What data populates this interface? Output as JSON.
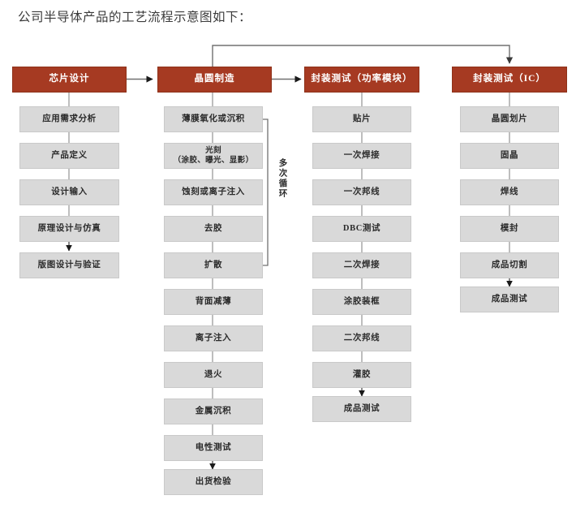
{
  "page": {
    "title": "公司半导体产品的工艺流程示意图如下：",
    "background_color": "#ffffff"
  },
  "colors": {
    "header_fill": "#a63a22",
    "header_text": "#ffffff",
    "step_fill": "#d9d9d9",
    "step_text": "#2b2b2b",
    "connector": "#808080",
    "title_text": "#3b3b3b"
  },
  "diagram": {
    "type": "flowchart",
    "annotations": [
      {
        "name": "loop-label",
        "text": "多次循环",
        "orientation": "vertical"
      }
    ],
    "columns": [
      {
        "id": "chip-design",
        "header": "芯片设计",
        "steps": [
          {
            "label": "应用需求分析"
          },
          {
            "label": "产品定义"
          },
          {
            "label": "设计输入"
          },
          {
            "label": "原理设计与仿真"
          },
          {
            "label": "版图设计与验证"
          }
        ]
      },
      {
        "id": "wafer-manufacturing",
        "header": "晶圆制造",
        "steps": [
          {
            "label": "薄膜氧化或沉积"
          },
          {
            "label": "光刻\n（涂胶、曝光、显影）",
            "line1": "光刻",
            "line2": "（涂胶、曝光、显影）"
          },
          {
            "label": "蚀刻或离子注入"
          },
          {
            "label": "去胶"
          },
          {
            "label": "扩散"
          },
          {
            "label": "背面减薄"
          },
          {
            "label": "离子注入"
          },
          {
            "label": "退火"
          },
          {
            "label": "金属沉积"
          },
          {
            "label": "电性测试"
          },
          {
            "label": "出货检验"
          }
        ]
      },
      {
        "id": "package-test-power-module",
        "header": "封装测试（功率模块）",
        "steps": [
          {
            "label": "贴片"
          },
          {
            "label": "一次焊接"
          },
          {
            "label": "一次邦线"
          },
          {
            "label": "DBC测试"
          },
          {
            "label": "二次焊接"
          },
          {
            "label": "涂胶装框"
          },
          {
            "label": "二次邦线"
          },
          {
            "label": "灌胶"
          },
          {
            "label": "成品测试"
          }
        ]
      },
      {
        "id": "package-test-ic",
        "header": "封装测试（IC）",
        "steps": [
          {
            "label": "晶圆划片"
          },
          {
            "label": "固晶"
          },
          {
            "label": "焊线"
          },
          {
            "label": "模封"
          },
          {
            "label": "成品切割"
          },
          {
            "label": "成品测试"
          }
        ]
      }
    ],
    "flow_links": [
      {
        "from": "chip-design",
        "to": "wafer-manufacturing",
        "style": "arrow-right"
      },
      {
        "from": "wafer-manufacturing",
        "to": "package-test-power-module",
        "style": "arrow-right"
      },
      {
        "from": "wafer-manufacturing",
        "to": "package-test-ic",
        "style": "arrow-over-top"
      },
      {
        "from": "扩散",
        "to": "薄膜氧化或沉积",
        "style": "loop-back",
        "label": "多次循环"
      }
    ]
  }
}
